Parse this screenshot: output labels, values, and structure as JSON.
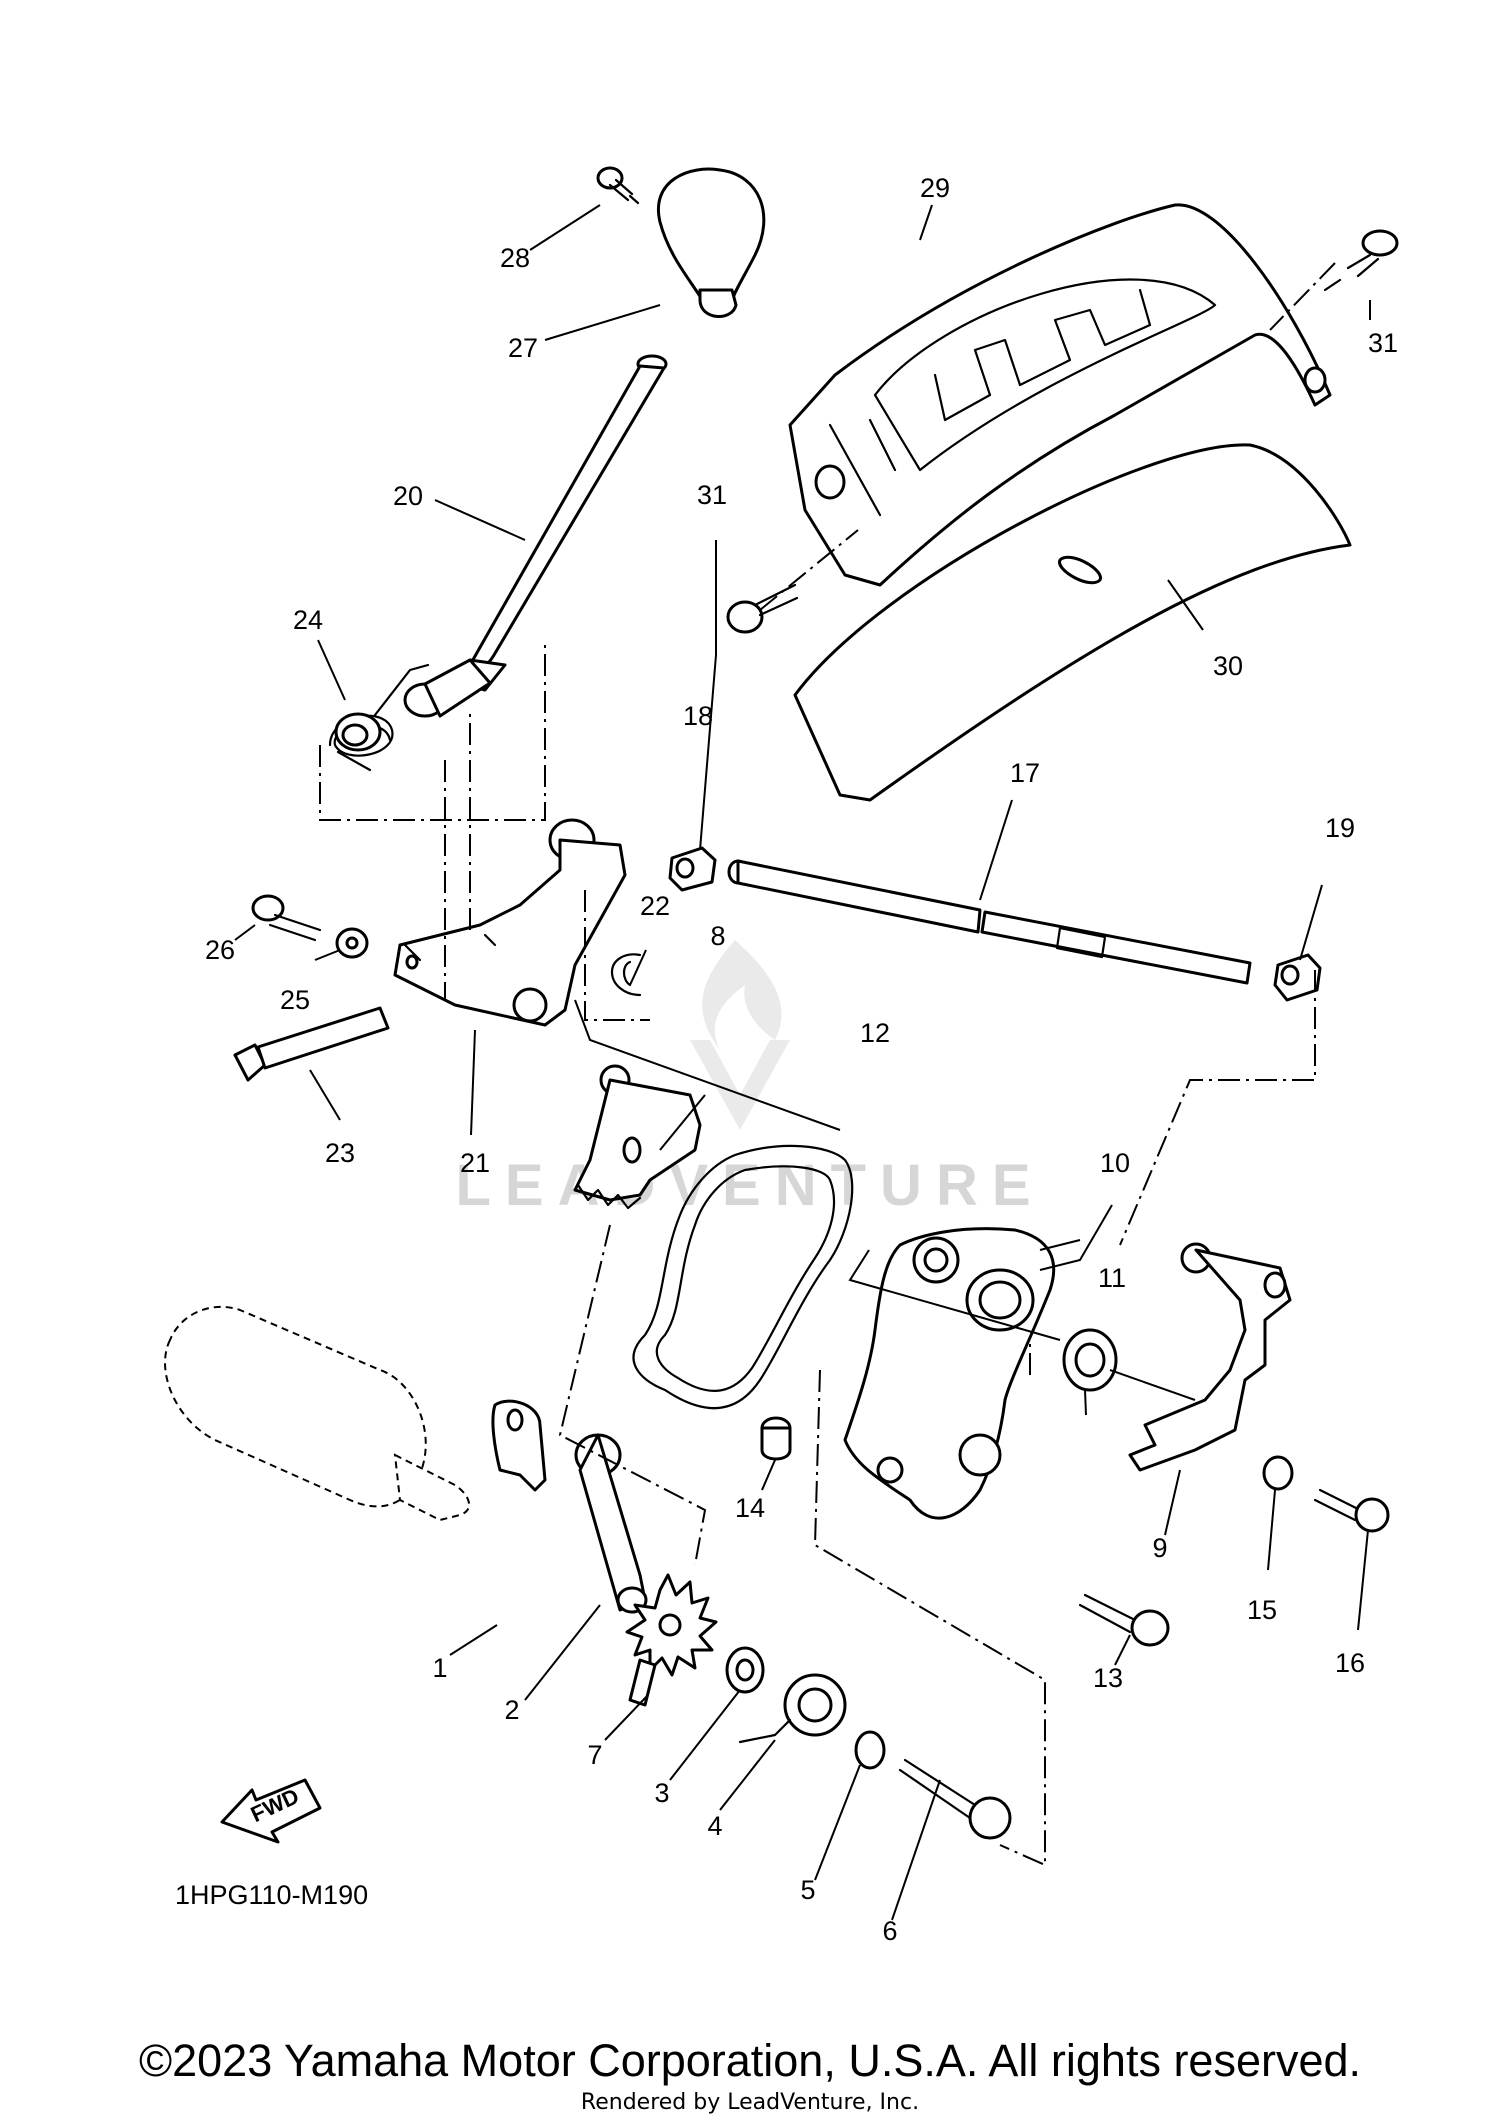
{
  "diagram": {
    "callouts": [
      {
        "id": "1",
        "label": "1"
      },
      {
        "id": "2",
        "label": "2"
      },
      {
        "id": "3",
        "label": "3"
      },
      {
        "id": "4",
        "label": "4"
      },
      {
        "id": "5",
        "label": "5"
      },
      {
        "id": "6",
        "label": "6"
      },
      {
        "id": "7",
        "label": "7"
      },
      {
        "id": "8",
        "label": "8"
      },
      {
        "id": "9",
        "label": "9"
      },
      {
        "id": "10",
        "label": "10"
      },
      {
        "id": "11",
        "label": "11"
      },
      {
        "id": "12",
        "label": "12"
      },
      {
        "id": "13",
        "label": "13"
      },
      {
        "id": "14",
        "label": "14"
      },
      {
        "id": "15",
        "label": "15"
      },
      {
        "id": "16",
        "label": "16"
      },
      {
        "id": "17",
        "label": "17"
      },
      {
        "id": "18",
        "label": "18"
      },
      {
        "id": "19",
        "label": "19"
      },
      {
        "id": "20",
        "label": "20"
      },
      {
        "id": "21",
        "label": "21"
      },
      {
        "id": "22",
        "label": "22"
      },
      {
        "id": "23",
        "label": "23"
      },
      {
        "id": "24",
        "label": "24"
      },
      {
        "id": "25",
        "label": "25"
      },
      {
        "id": "26",
        "label": "26"
      },
      {
        "id": "27",
        "label": "27"
      },
      {
        "id": "28",
        "label": "28"
      },
      {
        "id": "29",
        "label": "29"
      },
      {
        "id": "30",
        "label": "30"
      },
      {
        "id": "31a",
        "label": "31"
      },
      {
        "id": "31b",
        "label": "31"
      }
    ],
    "fwd_label": "FWD",
    "part_code": "1HPG110-M190",
    "watermark_text": "LEADVENTURE"
  },
  "footer": {
    "copyright": "©2023 Yamaha Motor Corporation, U.S.A. All rights reserved.",
    "rendered_by": "Rendered by LeadVenture, Inc."
  },
  "colors": {
    "line": "#000000",
    "background": "#ffffff",
    "watermark": "#d9d9d9"
  }
}
